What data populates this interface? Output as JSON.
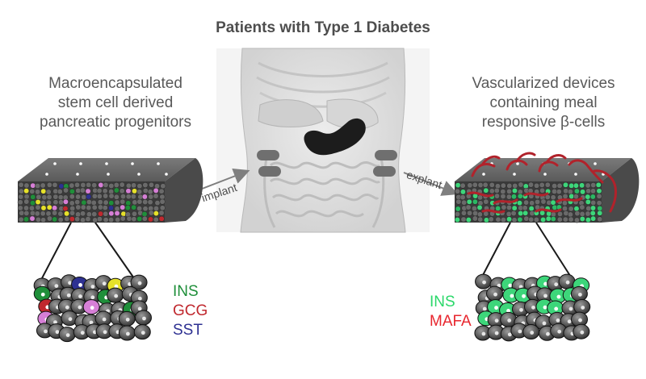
{
  "title": "Patients with Type 1 Diabetes",
  "left_caption": [
    "Macroencapsulated",
    "stem cell derived",
    "pancreatic progenitors"
  ],
  "right_caption": [
    "Vascularized devices",
    "containing meal",
    "responsive β-cells"
  ],
  "arrows": {
    "implant": "implant",
    "explant": "explant"
  },
  "left_markers": [
    {
      "label": "INS",
      "color": "#1f8f3a"
    },
    {
      "label": "GCG",
      "color": "#c0282e"
    },
    {
      "label": "SST",
      "color": "#2e3192"
    }
  ],
  "right_markers": [
    {
      "label": "INS",
      "color": "#2bd86a"
    },
    {
      "label": "MAFA",
      "color": "#e8262e"
    }
  ],
  "colors": {
    "device_top": "#6b6b6b",
    "device_edge": "#3a3a3a",
    "vessel": "#b1222b",
    "arrow": "#7f7f7f"
  }
}
